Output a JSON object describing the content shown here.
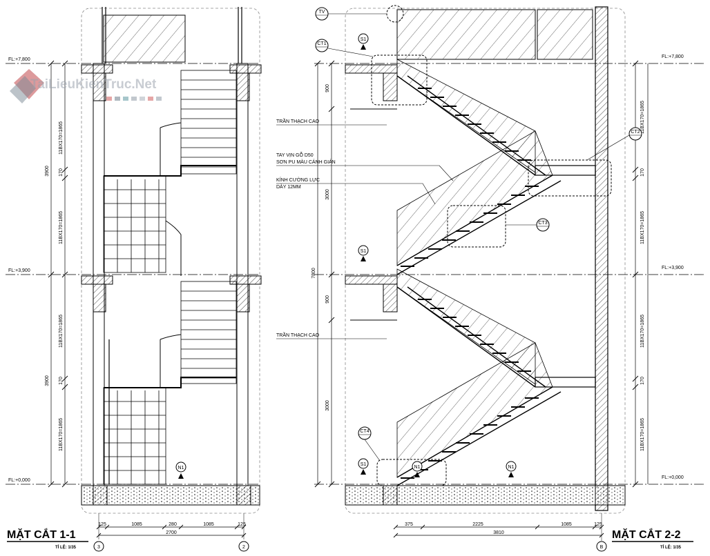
{
  "watermark": {
    "text": "TaiLieuKienTruc.Net"
  },
  "left_section": {
    "title": "MẶT CẮT 1-1",
    "scale": "TỈ LỆ: 1/35",
    "floor_levels": [
      "FL:+7,800",
      "FL:+3,900",
      "FL:+0,000"
    ],
    "vertical_dims": [
      "11BX170=1865",
      "170",
      "11BX170=1865",
      "3900",
      "11BX170=1865",
      "170",
      "11BX170=1865",
      "3900"
    ],
    "bottom_dims": [
      "125",
      "1085",
      "280",
      "1085",
      "125"
    ],
    "total_width": "2700",
    "axes": [
      "3",
      "2"
    ],
    "tags": [
      "N1"
    ]
  },
  "right_section": {
    "title": "MẶT CẮT 2-2",
    "scale": "TỈ LỆ: 1/35",
    "floor_levels": [
      "FL:+7,800",
      "FL:+3,900",
      "FL:+0,000"
    ],
    "left_dims": [
      "900",
      "3000",
      "7800",
      "900",
      "3000"
    ],
    "right_dims": [
      "11BX170=1865",
      "170",
      "11BX170=1865",
      "11BX170=1865",
      "170",
      "11BX170=1865"
    ],
    "bottom_dims": [
      "375",
      "2225",
      "1085",
      "125"
    ],
    "total_width": "3810",
    "axis": "B",
    "callouts": [
      "TV",
      "CT1",
      "CT2",
      "CT3",
      "CT4"
    ],
    "section_tags": [
      "S1",
      "S1",
      "S1",
      "N1",
      "N1"
    ],
    "annotations": {
      "ceiling_1": "TRẦN THẠCH CAO",
      "handrail_1": "TAY VỊN GỖ D50",
      "handrail_2": "SƠN PU MÀU CÁNH GIÁN",
      "glass_1": "KÍNH CƯỜNG LỰC",
      "glass_2": "DÀY 12MM",
      "ceiling_2": "TRẦN THẠCH CAO"
    }
  }
}
